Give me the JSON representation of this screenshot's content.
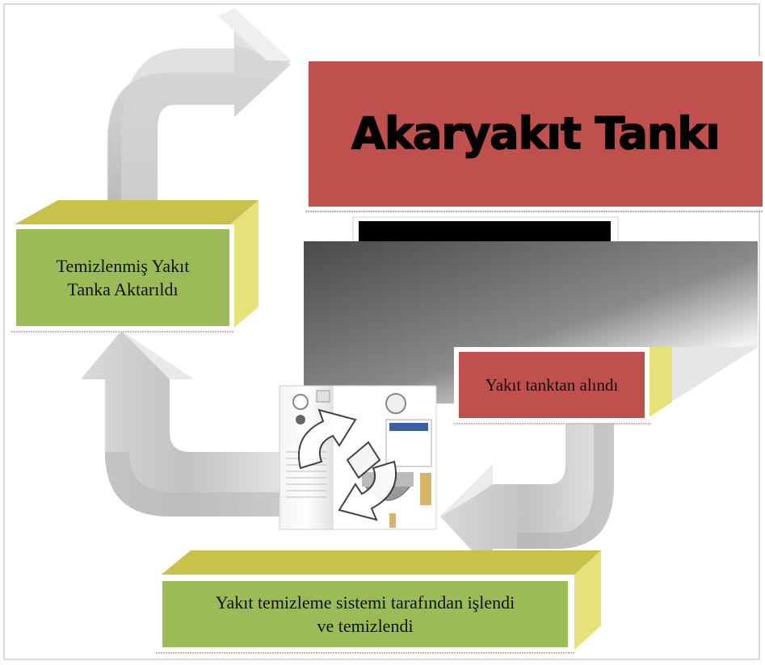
{
  "diagram": {
    "title": "Akaryakıt Tankı",
    "steps": [
      {
        "id": "taken",
        "text": "Yakıt tanktan alındı"
      },
      {
        "id": "processed",
        "text": "Yakıt temizleme sistemi tarafından işlendi ve temizlendi"
      },
      {
        "id": "returned",
        "text": "Temizlenmiş Yakıt Tanka Aktarıldı"
      }
    ],
    "icons": [
      "cycle-arrows-icon",
      "fuel-cleaning-machine"
    ],
    "colors": {
      "title_box": "#c0504d",
      "green_box": "#9bbb59",
      "green_top": "#c8c24a",
      "arrow_gray": "#c9c9c9",
      "tank_dark": "#5a5a5a"
    }
  }
}
